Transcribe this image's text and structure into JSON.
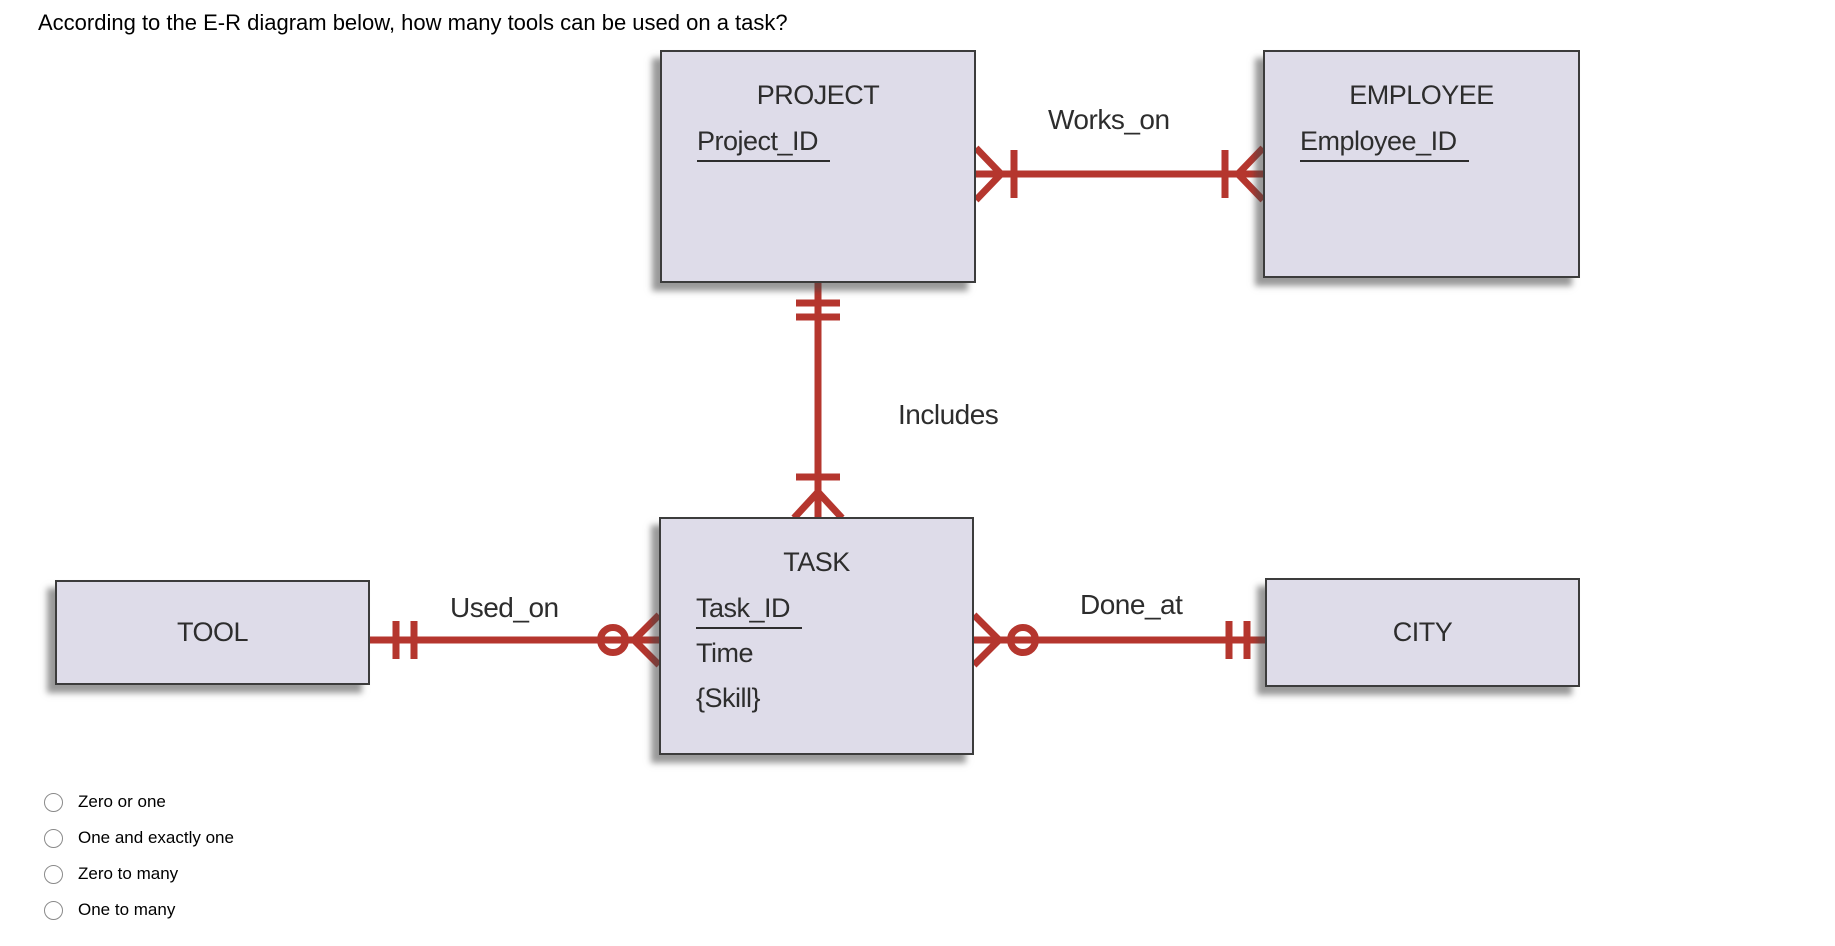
{
  "question": {
    "text": "According to the E-R diagram below, how many tools can be used on a task?"
  },
  "diagram": {
    "entities": [
      {
        "name": "PROJECT",
        "attributes": [
          {
            "label": "Project_ID",
            "key": true
          }
        ]
      },
      {
        "name": "EMPLOYEE",
        "attributes": [
          {
            "label": "Employee_ID",
            "key": true
          }
        ]
      },
      {
        "name": "TASK",
        "attributes": [
          {
            "label": "Task_ID",
            "key": true
          },
          {
            "label": "Time",
            "key": false
          },
          {
            "label": "{Skill}",
            "key": false
          }
        ]
      },
      {
        "name": "TOOL",
        "attributes": []
      },
      {
        "name": "CITY",
        "attributes": []
      }
    ],
    "relationships": [
      {
        "label": "Works_on",
        "between": [
          "PROJECT",
          "EMPLOYEE"
        ],
        "ends": [
          {
            "entity": "PROJECT",
            "symbol": "crow-foot-with-bar (one to many)"
          },
          {
            "entity": "EMPLOYEE",
            "symbol": "bar-with-crow-foot (one to many)"
          }
        ]
      },
      {
        "label": "Includes",
        "between": [
          "PROJECT",
          "TASK"
        ],
        "ends": [
          {
            "entity": "PROJECT",
            "symbol": "double-bar (one and exactly one)"
          },
          {
            "entity": "TASK",
            "symbol": "bar-with-crow-foot (one to many)"
          }
        ]
      },
      {
        "label": "Used_on",
        "between": [
          "TOOL",
          "TASK"
        ],
        "ends": [
          {
            "entity": "TOOL",
            "symbol": "double-bar (one and exactly one)"
          },
          {
            "entity": "TASK",
            "symbol": "circle-with-crow-foot (zero to many)"
          }
        ]
      },
      {
        "label": "Done_at",
        "between": [
          "TASK",
          "CITY"
        ],
        "ends": [
          {
            "entity": "TASK",
            "symbol": "crow-foot-with-circle (zero to many)"
          },
          {
            "entity": "CITY",
            "symbol": "double-bar (one and exactly one)"
          }
        ]
      }
    ],
    "colors": {
      "connector_red": "#b5362e",
      "entity_fill": "#dedce9",
      "entity_border": "#3c3c3c",
      "diagram_text": "#2d2d2d"
    }
  },
  "options": [
    {
      "label": "Zero or one",
      "selected": false
    },
    {
      "label": "One and exactly one",
      "selected": false
    },
    {
      "label": "Zero to many",
      "selected": false
    },
    {
      "label": "One to many",
      "selected": false
    }
  ]
}
